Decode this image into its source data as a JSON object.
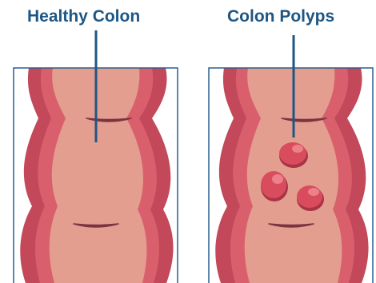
{
  "panels": [
    {
      "label": "Healthy Colon"
    },
    {
      "label": "Colon Polyps"
    }
  ],
  "colors": {
    "label": "#1d5685",
    "frame": "#2a5f8f",
    "wall_outer": "#c2485a",
    "wall_inner": "#d95f6d",
    "lumen": "#e39e90",
    "fold": "#7a3540",
    "polyp": "#d94c5e",
    "polyp_highlight": "#ef8a93"
  },
  "icons": {
    "pointer_left": "pointer-line",
    "pointer_right": "pointer-line"
  },
  "polyp_count": 3
}
